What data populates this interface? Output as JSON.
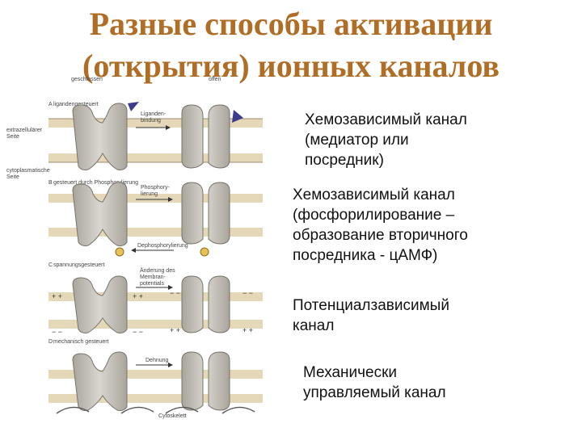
{
  "title": "Разные способы активации\n(открытия) ионных каналов",
  "figure": {
    "closed_label": "geschlossen",
    "open_label": "offen",
    "panels": [
      {
        "letter": "A",
        "name": "ligandengesteuert",
        "arrow_label": "Liganden-\nbindung"
      },
      {
        "letter": "B",
        "name": "gesteuert durch Phosphorylierung",
        "arrow_label": "Phosphory-\nlierung",
        "reverse_label": "Dephosphorylierung"
      },
      {
        "letter": "C",
        "name": "spannungsgesteuert",
        "arrow_label": "Änderung des\nMembran-\npotentials"
      },
      {
        "letter": "D",
        "name": "mechanisch gesteuert",
        "arrow_label": "Dehnung",
        "extra_label": "Cytoskelett"
      }
    ],
    "side_labels": [
      "extrazellulärer\nSeite",
      "cytoplasmatische\nSeite"
    ]
  },
  "descriptions": [
    "Хемозависимый канал\n(медиатор или\nпосредник)",
    "Хемозависимый канал\n(фосфорилирование –\nобразование вторичного\nпосредника - цАМФ)",
    "Потенциалзависимый\nканал",
    "Механически\nуправляемый канал"
  ],
  "colors": {
    "title": "#b06d25",
    "membrane": "#e5d8b8",
    "channel": "#c9c5bd",
    "ligand": "#3d3b8c"
  }
}
